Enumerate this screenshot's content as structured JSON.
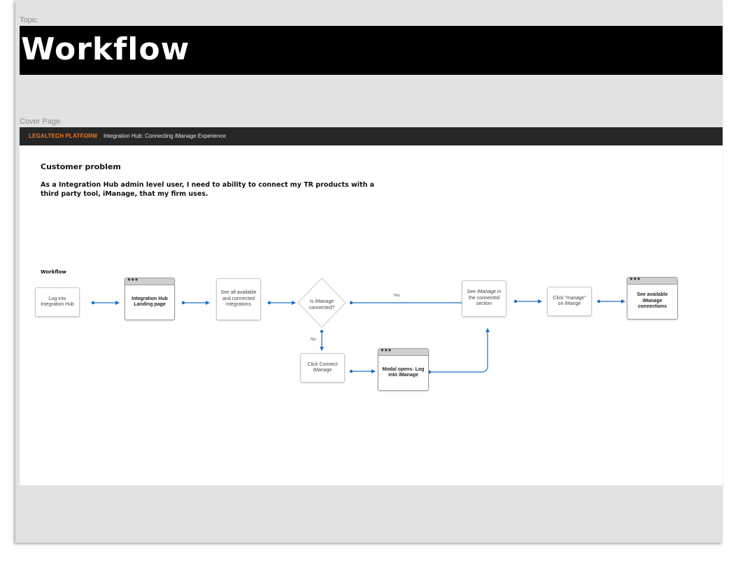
{
  "frames": {
    "topic_label": "Topic",
    "cover_label": "Cover Page"
  },
  "title": "Workflow",
  "header": {
    "platform": "LEGALTECH PLATFORM",
    "subtitle": "Integration Hub: Connecting iManage Experience"
  },
  "problem": {
    "heading": "Customer problem",
    "text": "As a Integration Hub admin level user, I need to ability to connect my TR products with a third party tool, iManage, that my firm uses."
  },
  "workflow": {
    "label": "Workflow",
    "nodes": {
      "login": "Log into Integration Hub",
      "landing": "Integration Hub Landing page",
      "see_all": "See all available and connected integrations",
      "decision": "Is iManage connected?",
      "connected_section": "See iManage in the connected section",
      "click_manage": "Click \"manage\" on iMange",
      "available": "See available iManage connections",
      "click_connect": "Click Connect iManage",
      "modal": "Modal opens- Log into iManage"
    },
    "edges": {
      "yes": "Yes",
      "no": "No"
    },
    "window_dots": "●●●"
  },
  "colors": {
    "accent": "#f47a1f",
    "arrow": "#1f6fc5",
    "header_bg": "#262626",
    "banner_bg": "#000000"
  }
}
